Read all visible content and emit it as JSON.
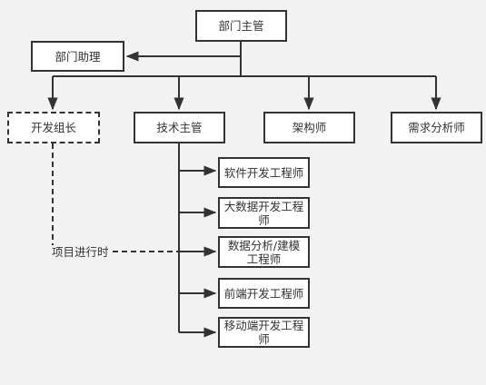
{
  "diagram": {
    "nodes": {
      "head": "部门主管",
      "assistant": "部门助理",
      "dev_lead": "开发组长",
      "tech_lead": "技术主管",
      "architect": "架构师",
      "analyst": "需求分析师",
      "software_engineer": "软件开发工程师",
      "bigdata_engineer": "大数据开发工程师",
      "data_analyst": "数据分析/建模工程师",
      "frontend_engineer": "前端开发工程师",
      "mobile_engineer": "移动端开发工程师"
    },
    "dashed_link_label": "项目进行时",
    "colors": {
      "stroke": "#333333",
      "background": "#f2f2f2",
      "box": "#ffffff"
    }
  }
}
